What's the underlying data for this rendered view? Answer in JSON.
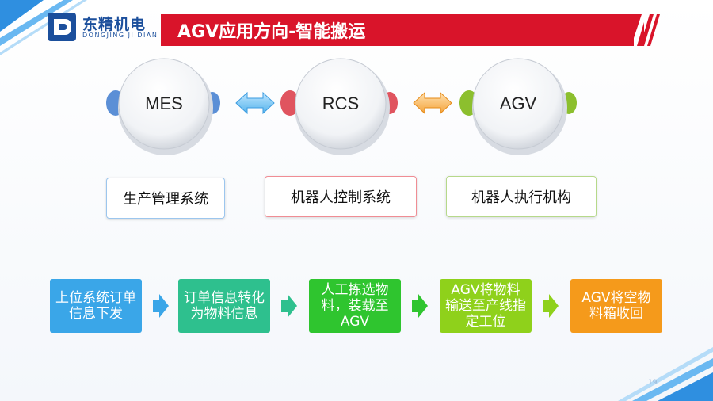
{
  "logo": {
    "name_cn": "东精机电",
    "name_en": "DONGJING JI DIAN"
  },
  "title": "AGV应用方向-智能搬运",
  "nodes": [
    {
      "label": "MES",
      "description": "生产管理系统"
    },
    {
      "label": "RCS",
      "description": "机器人控制系统"
    },
    {
      "label": "AGV",
      "description": "机器人执行机构"
    }
  ],
  "steps": [
    {
      "text": "上位系统订单信息下发",
      "color": "#3aa6e8"
    },
    {
      "text": "订单信息转化为物料信息",
      "color": "#2ec08e"
    },
    {
      "text": "人工拣选物料，装载至AGV",
      "color": "#2fc52f"
    },
    {
      "text": "AGV将物料输送至产线指定工位",
      "color": "#8fd11b"
    },
    {
      "text": "AGV将空物料箱收回",
      "color": "#f59a1b"
    }
  ],
  "page_number": "19"
}
